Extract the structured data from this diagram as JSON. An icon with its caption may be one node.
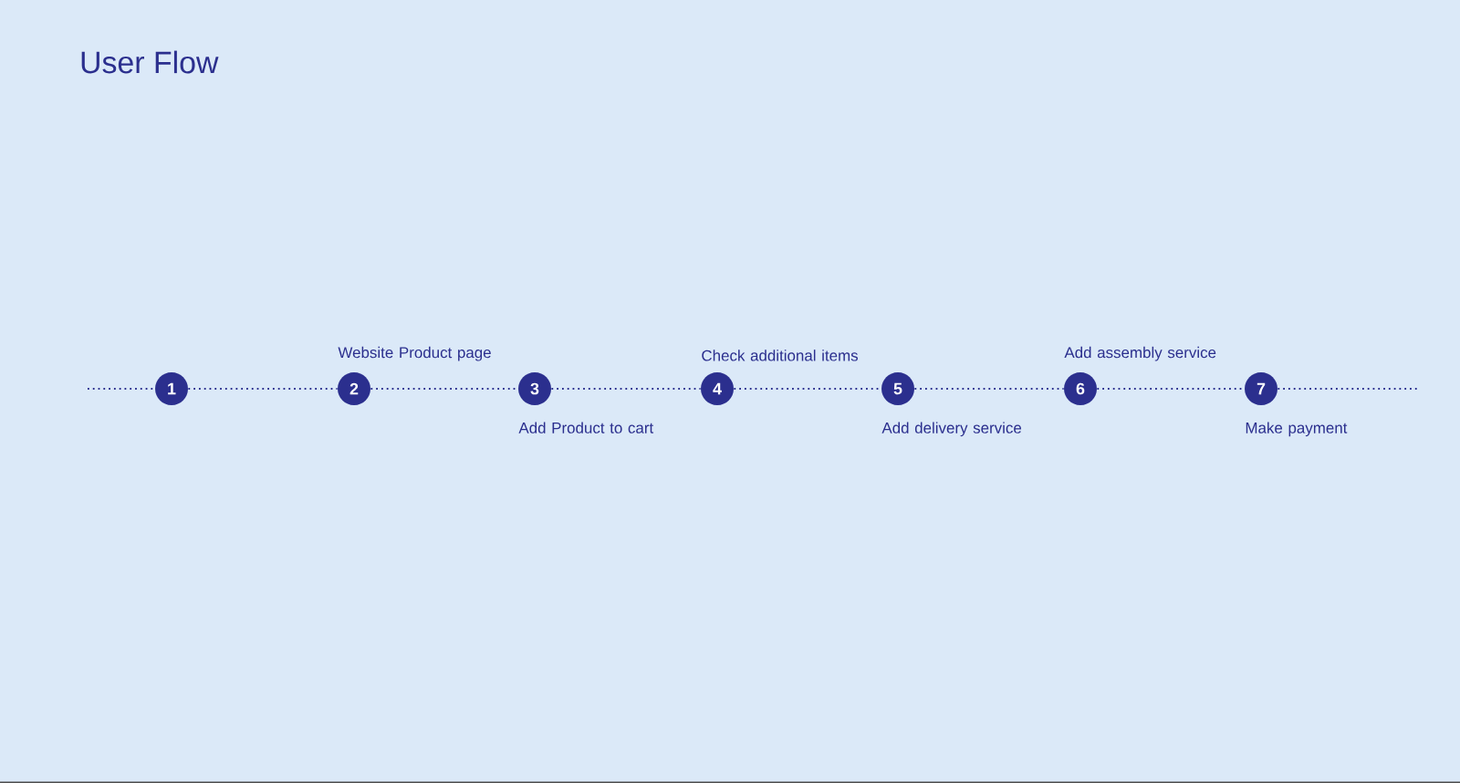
{
  "diagram": {
    "title": "User Flow",
    "nodes": [
      {
        "text": [
          "1"
        ]
      },
      {
        "text": [
          "2"
        ],
        "beside": [
          "Website Product page"
        ]
      },
      {
        "text": [
          "3"
        ],
        "beside": [
          "Add Product to cart"
        ]
      },
      {
        "text": [
          "4"
        ],
        "beside": [
          "Check additional items"
        ]
      },
      {
        "text": [
          "5"
        ],
        "beside": [
          "Add delivery service"
        ]
      },
      {
        "text": [
          "6"
        ],
        "beside": [
          "Add assembly service"
        ]
      },
      {
        "text": [
          "7"
        ],
        "beside": [
          "Make payment"
        ]
      }
    ],
    "edges": [
      {
        "from": null,
        "to": 0,
        "arrow": "none"
      },
      {
        "from": 0,
        "to": 1,
        "arrow": "none"
      },
      {
        "from": 1,
        "to": 2,
        "arrow": "none"
      },
      {
        "from": 2,
        "to": 3,
        "arrow": "none"
      },
      {
        "from": 3,
        "to": 4,
        "arrow": "none"
      },
      {
        "from": 4,
        "to": 5,
        "arrow": "none"
      },
      {
        "from": 5,
        "to": 6,
        "arrow": "none"
      },
      {
        "from": 6,
        "to": null,
        "arrow": "none"
      }
    ]
  }
}
